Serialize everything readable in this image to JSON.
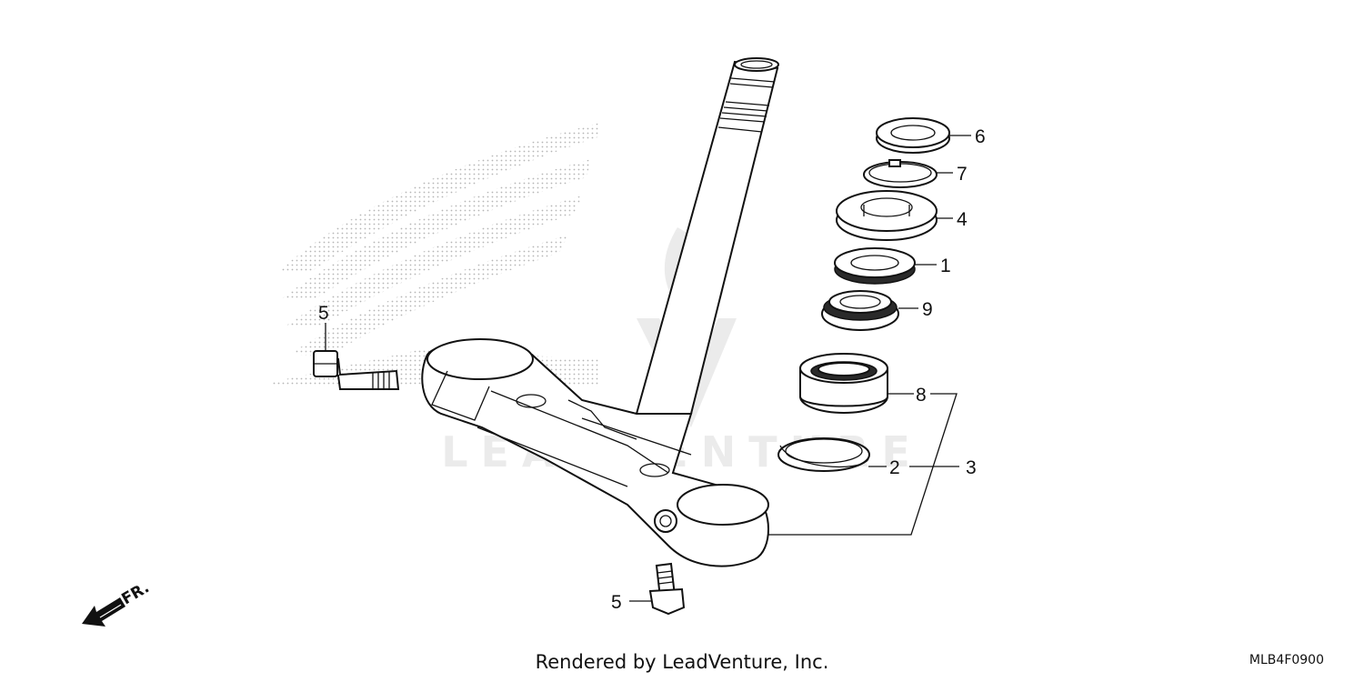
{
  "diagram": {
    "callouts": [
      {
        "id": "6",
        "label": "6"
      },
      {
        "id": "7",
        "label": "7"
      },
      {
        "id": "4",
        "label": "4"
      },
      {
        "id": "1",
        "label": "1"
      },
      {
        "id": "9",
        "label": "9"
      },
      {
        "id": "8",
        "label": "8"
      },
      {
        "id": "2",
        "label": "2"
      },
      {
        "id": "3",
        "label": "3"
      },
      {
        "id": "5a",
        "label": "5"
      },
      {
        "id": "5b",
        "label": "5"
      }
    ],
    "front_arrow_label": "FR.",
    "watermark_text": "LEADVENTURE"
  },
  "footer": {
    "credit": "Rendered by LeadVenture, Inc.",
    "diagram_code": "MLB4F0900"
  },
  "colors": {
    "line": "#111111",
    "watermark": "#dcdcdc",
    "dots": "#b5b5b5"
  }
}
